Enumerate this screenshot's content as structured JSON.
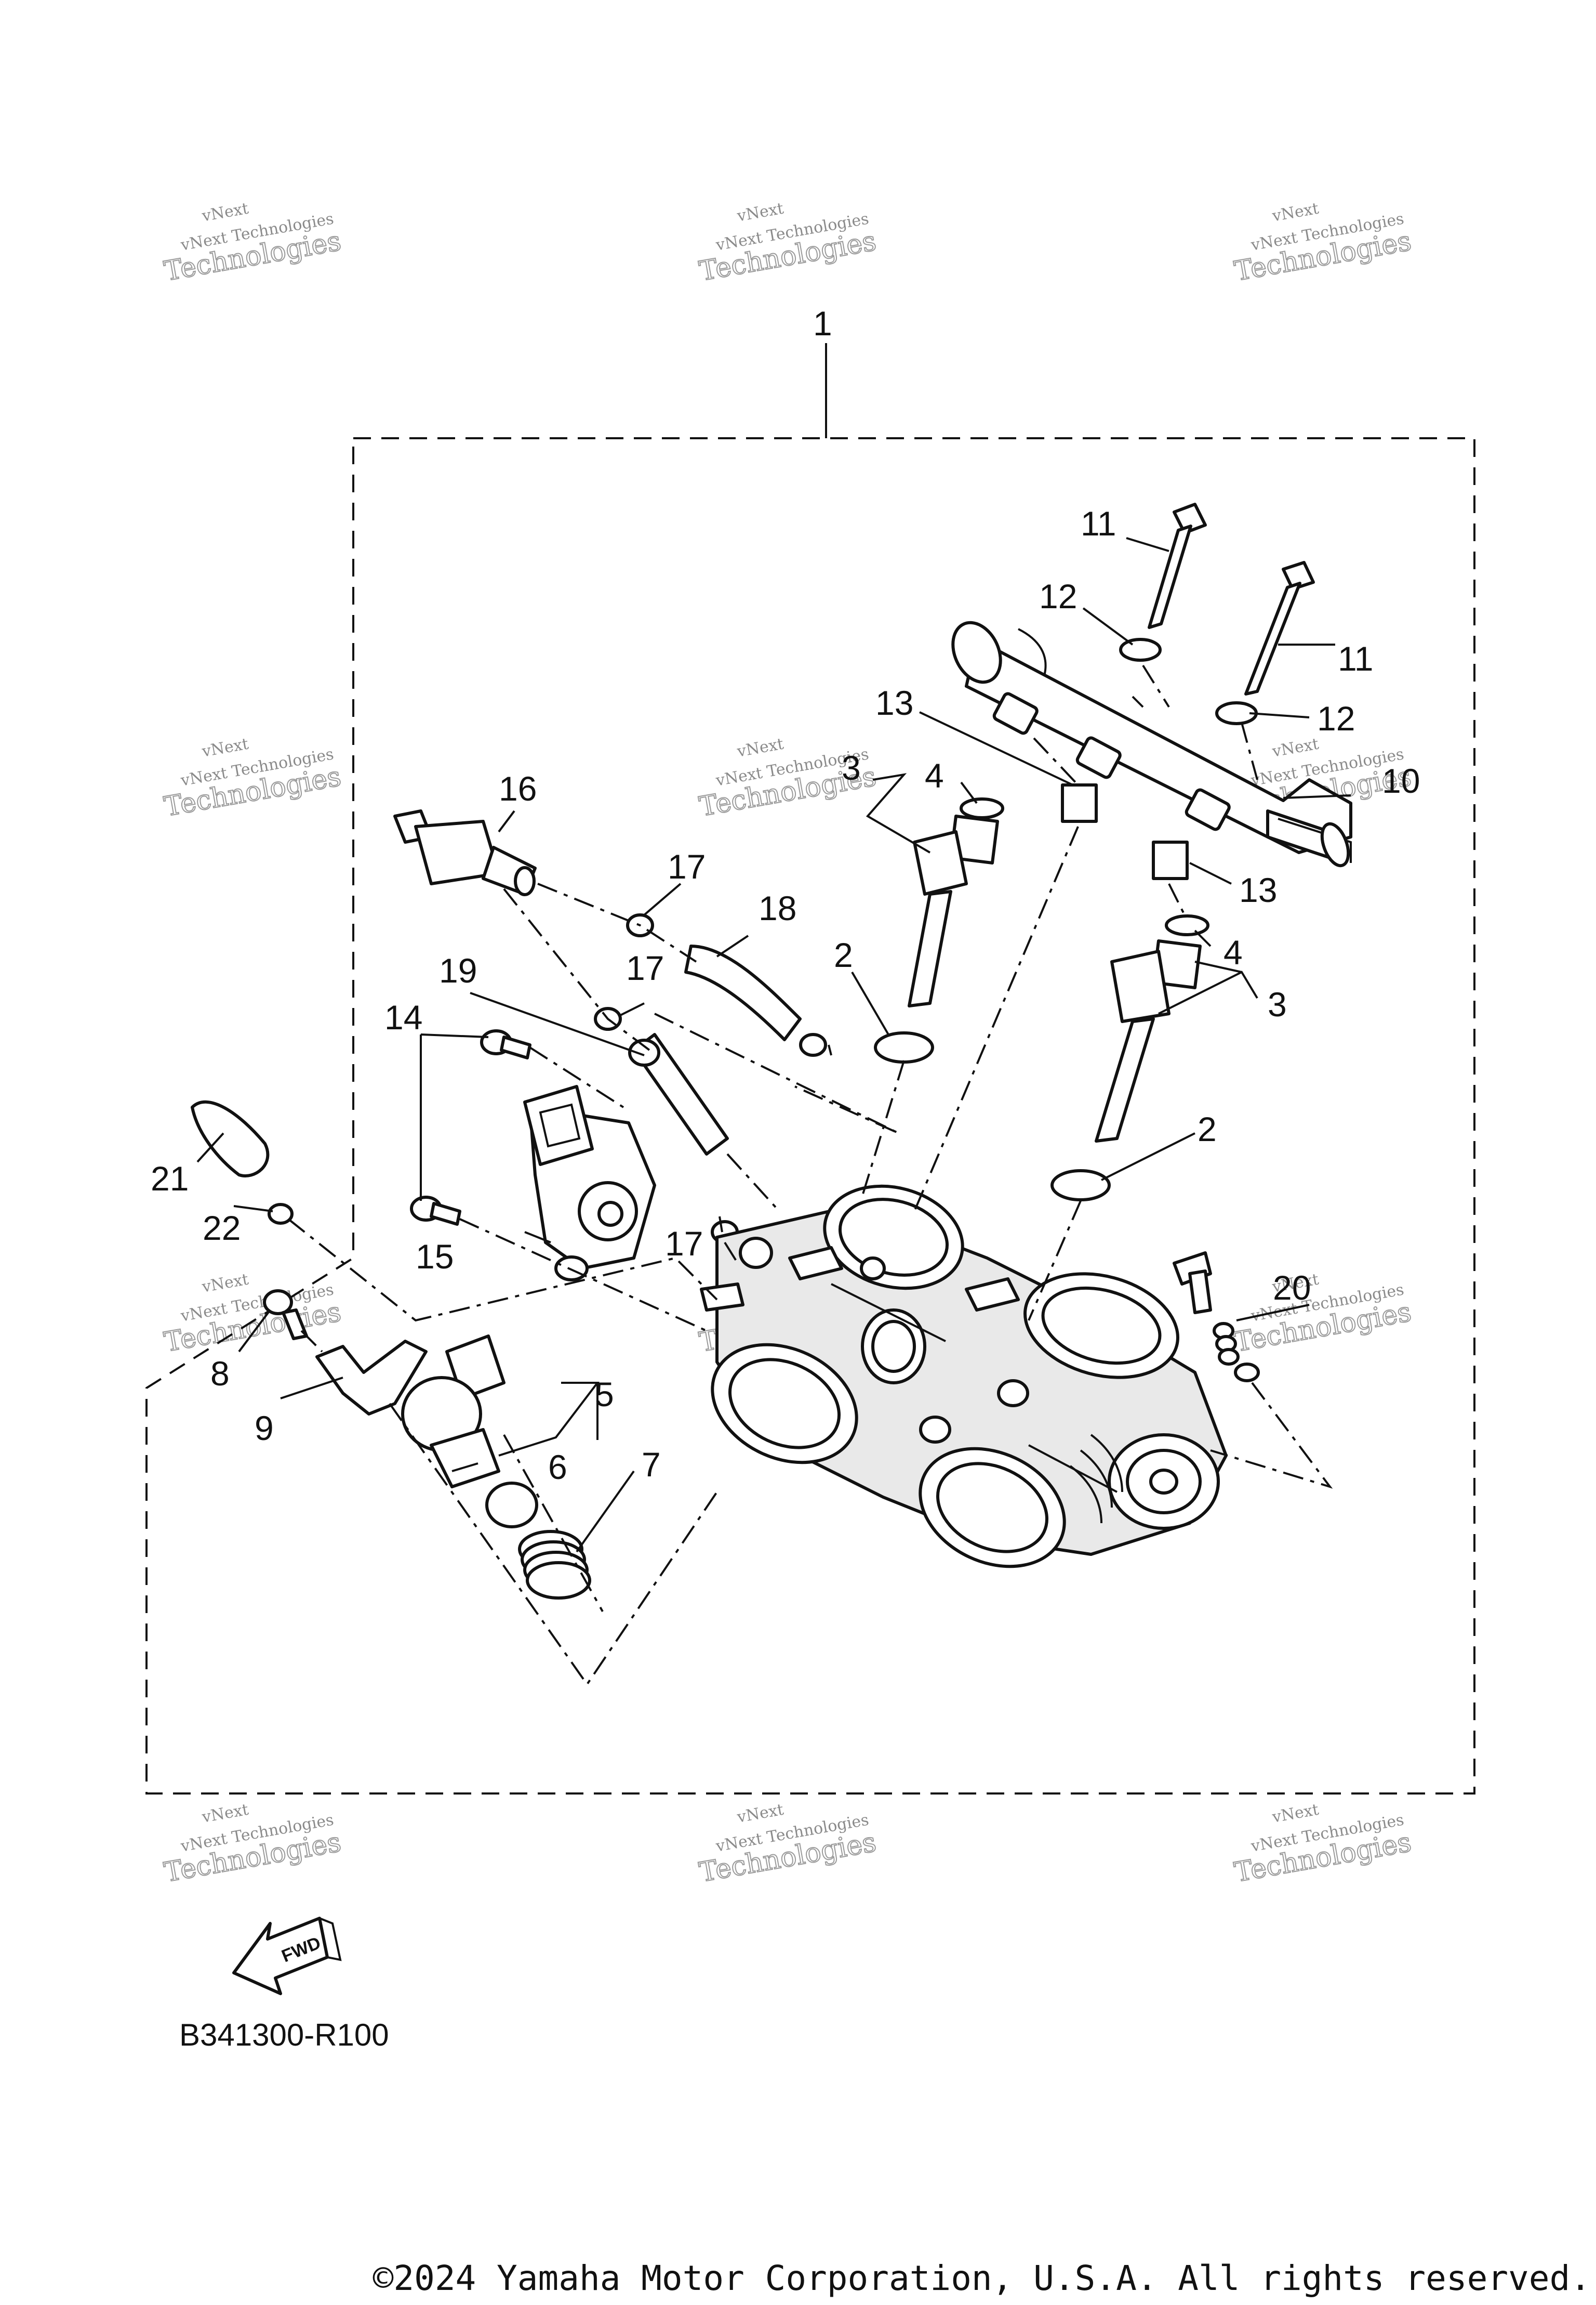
{
  "diagram": {
    "callouts": [
      "1",
      "2",
      "2",
      "3",
      "3",
      "4",
      "4",
      "5",
      "6",
      "7",
      "8",
      "9",
      "10",
      "11",
      "11",
      "12",
      "12",
      "13",
      "13",
      "14",
      "15",
      "16",
      "17",
      "17",
      "17",
      "18",
      "19",
      "20",
      "21",
      "22"
    ],
    "watermark": {
      "line1": "vNext Technologies",
      "line2": "Technologies",
      "top": "vNext"
    },
    "direction_arrow": "FWD",
    "diagram_code": "B341300-R100",
    "copyright": "©2024 Yamaha Motor Corporation, U.S.A. All rights reserved."
  }
}
